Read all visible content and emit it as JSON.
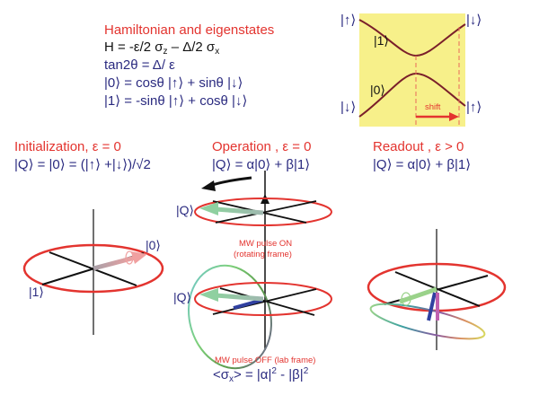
{
  "hamiltonian": {
    "title": "Hamiltonian and eigenstates",
    "h_prefix": "H = -ε/2 σ",
    "h_sub1": "z",
    "h_mid": " – Δ/2 σ",
    "h_sub2": "x",
    "tan": "tan2θ = Δ/ ε",
    "state0": "|0⟩ = cosθ |↑⟩ +  sinθ |↓⟩",
    "state1": "|1⟩ = -sinθ |↑⟩ + cosθ |↓⟩"
  },
  "energy_diagram": {
    "left_top": "|↑⟩",
    "left_bottom": "|↓⟩",
    "right_top": "|↓⟩",
    "right_bottom": "|↑⟩",
    "level1": "|1⟩",
    "level0": "|0⟩",
    "shift": "shift"
  },
  "stages": [
    {
      "title": "Initialization, ε = 0",
      "state": "|Q⟩ = |0⟩ = (|↑⟩ +|↓⟩)/√2"
    },
    {
      "title": "Operation , ε = 0",
      "state": "|Q⟩ = α|0⟩ + β|1⟩"
    },
    {
      "title": "Readout , ε > 0",
      "state": "|Q⟩ = α|0⟩ + β|1⟩"
    }
  ],
  "init_sphere": {
    "label0": "|0⟩",
    "label1": "|1⟩"
  },
  "operation": {
    "q_top": "|Q⟩",
    "q_bottom": "|Q⟩",
    "pulse_on": "MW pulse ON",
    "pulse_on_note": "(rotating frame)",
    "pulse_off": "MW pulse OFF (lab frame)",
    "expect_prefix": "<σ",
    "expect_sub": "x",
    "expect_mid": "> = |α|",
    "expect_sup1": "2",
    "expect_mid2": " - |β|",
    "expect_sup2": "2"
  },
  "colors": {
    "red": "#e3342f",
    "blue": "#2b2b80",
    "yellow": "#f7f08a",
    "curve": "#7a1f2a",
    "green": "#8fcf9a"
  }
}
